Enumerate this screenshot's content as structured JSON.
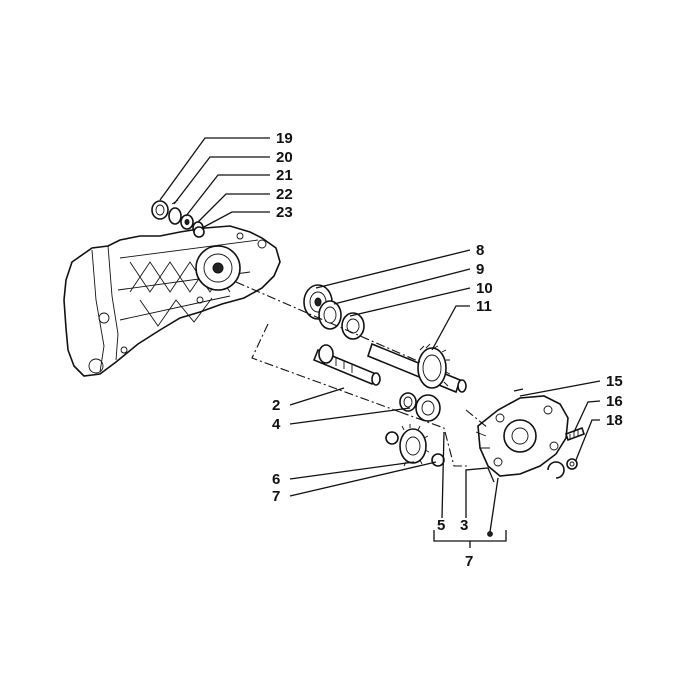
{
  "diagram": {
    "callouts": [
      {
        "id": "19",
        "text": "19"
      },
      {
        "id": "20",
        "text": "20"
      },
      {
        "id": "21",
        "text": "21"
      },
      {
        "id": "22",
        "text": "22"
      },
      {
        "id": "23",
        "text": "23"
      },
      {
        "id": "8",
        "text": "8"
      },
      {
        "id": "9",
        "text": "9"
      },
      {
        "id": "10",
        "text": "10"
      },
      {
        "id": "11",
        "text": "11"
      },
      {
        "id": "15",
        "text": "15"
      },
      {
        "id": "16",
        "text": "16"
      },
      {
        "id": "18",
        "text": "18"
      },
      {
        "id": "2",
        "text": "2"
      },
      {
        "id": "4",
        "text": "4"
      },
      {
        "id": "6",
        "text": "6"
      },
      {
        "id": "7",
        "text": "7"
      },
      {
        "id": "5",
        "text": "5"
      },
      {
        "id": "3",
        "text": "3"
      },
      {
        "id": "7b",
        "text": "7"
      }
    ]
  }
}
